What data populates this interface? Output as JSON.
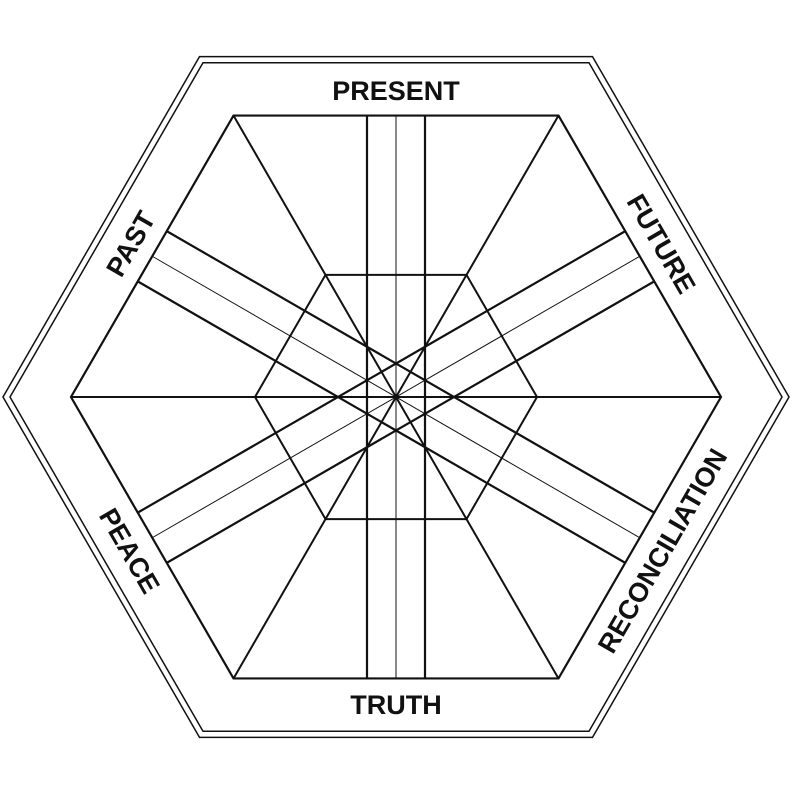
{
  "labels": {
    "top": "PRESENT",
    "upper_right": "FUTURE",
    "lower_right": "RECONCILIATION",
    "bottom": "TRUTH",
    "lower_left": "PEACE",
    "upper_left": "PAST"
  },
  "colors": {
    "line": "#111111",
    "background": "#ffffff"
  }
}
